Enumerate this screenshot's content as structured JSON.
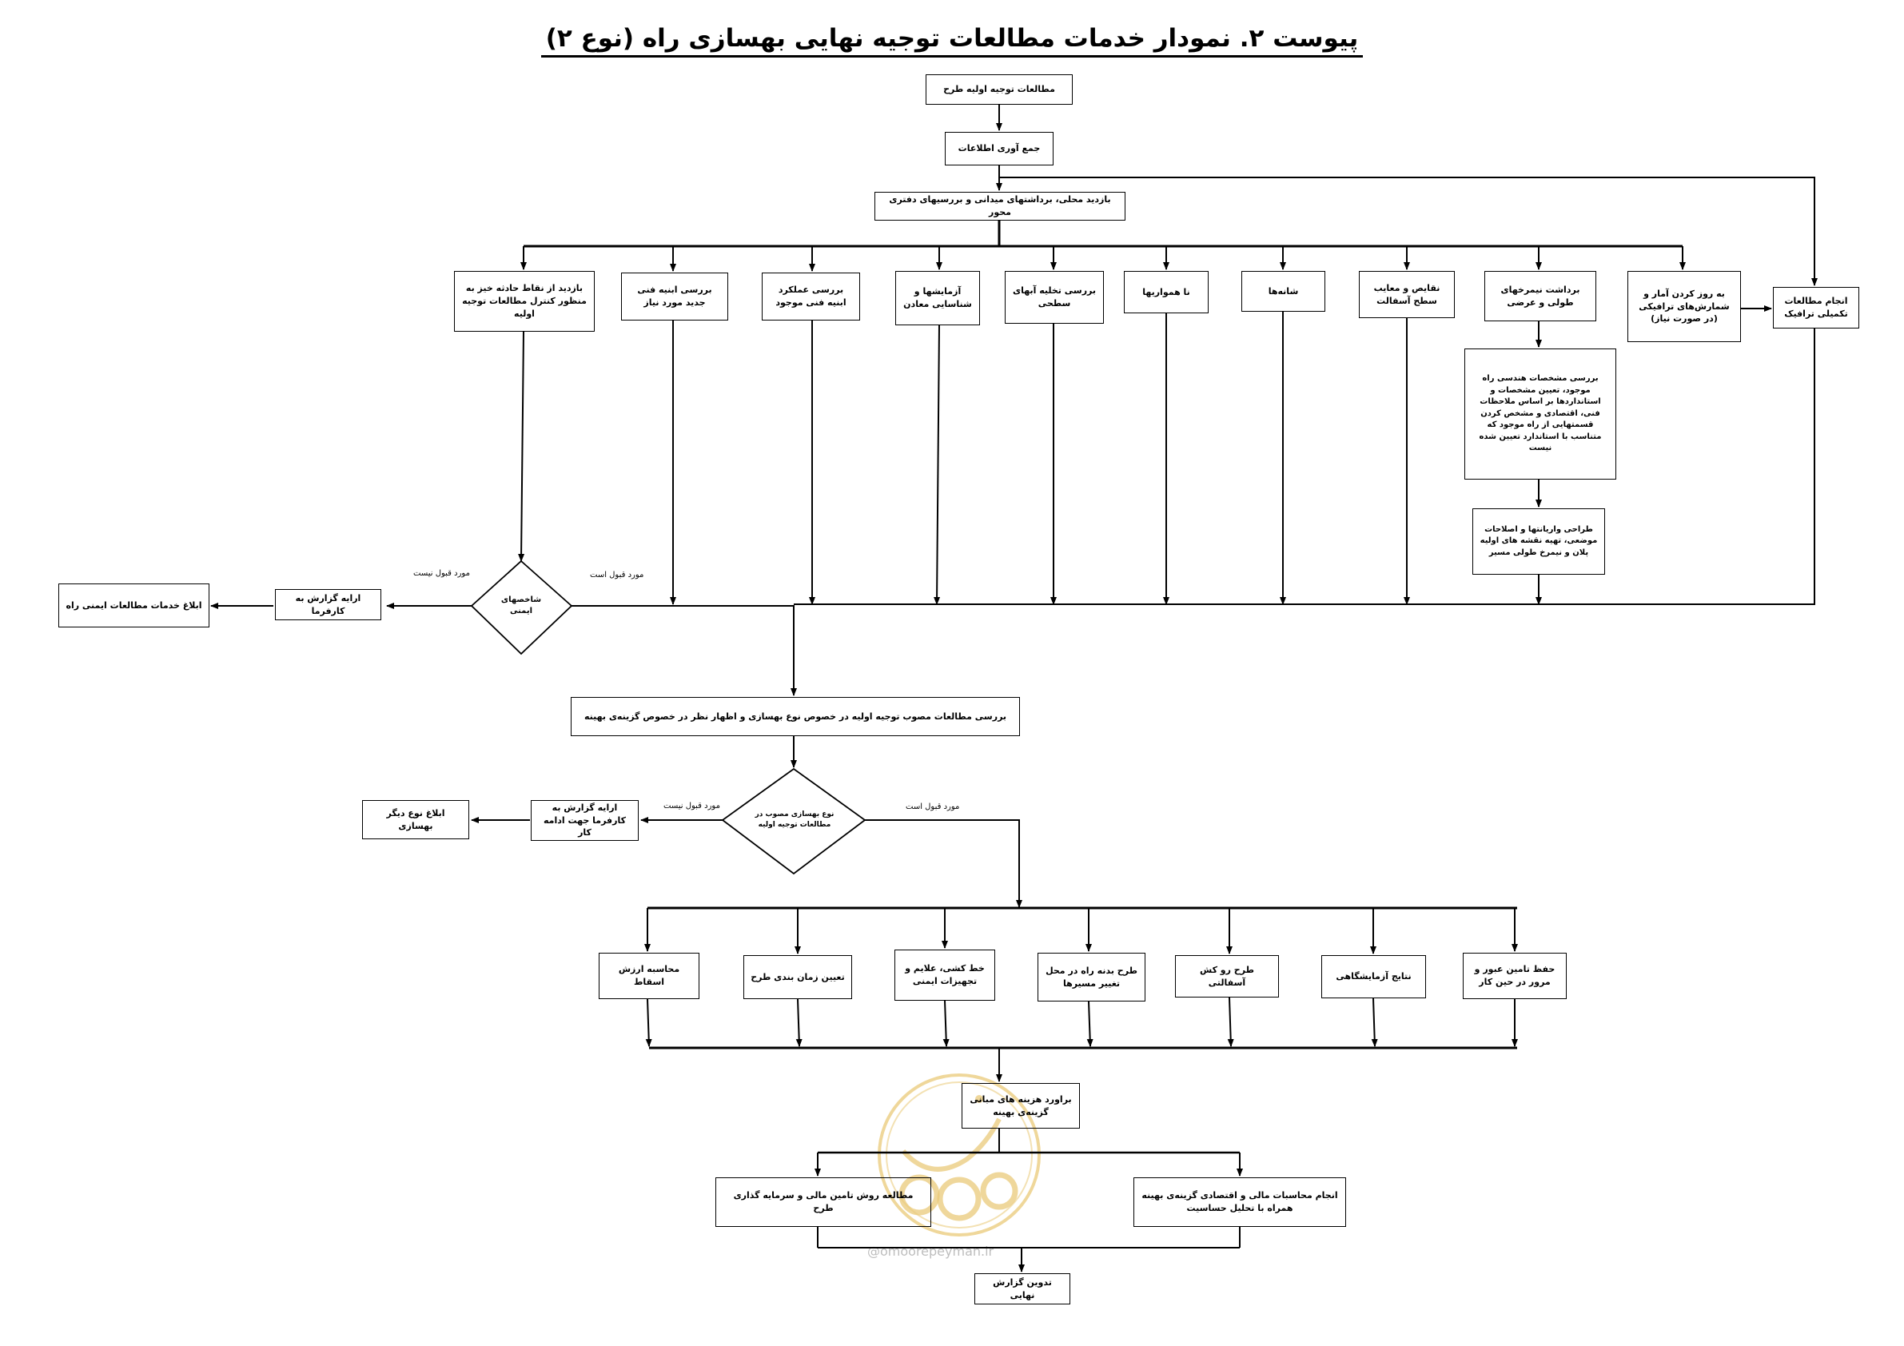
{
  "title": "پیوست ۲. نمودار خدمات مطالعات توجیه نهایی بهسازی راه (نوع ۲)",
  "nodes": {
    "n1": "مطالعات توجیه اولیه طرح",
    "n2": "جمع آوری اطلاعات",
    "n3": "بازدید محلی، برداشتهای میدانی و بررسیهای دفتری محور",
    "b1": "بازدید از نقاط حادثه خیز  به منظور کنترل مطالعات توجیه اولیه",
    "b2": "بررسی ابنیه فنی جدید مورد نیاز",
    "b3": "بررسی عملکرد ابنیه فنی موجود",
    "b4": "آزمایشها و شناسایی معادن",
    "b5": "بررسی تخلیه آبهای سطحی",
    "b6": "نا همواریها",
    "b7": "شانه‌ها",
    "b8": "نقایص و معایب سطح آسفالت",
    "b9": "برداشت نیمرخهای طولی و عرضی",
    "b10": "به روز کردن آمار و شمارش‌های ترافیکی (در صورت نیاز)",
    "b11": "انجام مطالعات تکمیلی ترافیک",
    "b12": "بررسی مشخصات هندسی راه موجود، تعیین مشخصات و استانداردها بر اساس ملاحظات فنی، اقتصادی و مشخص کردن قسمتهایی از راه موجود که متناسب با استاندارد تعیین شده نیست",
    "b13": "طراحی واریانتها و اصلاحات موضعی، تهیه نقشه های اولیه پلان و نیمرخ طولی مسیر",
    "d1": "شاخصهای ایمنی",
    "report1": "ارایه گزارش به کارفرما",
    "notice1": "ابلاغ خدمات مطالعات ایمنی راه",
    "review": "بررسی مطالعات مصوب توجیه اولیه در خصوص نوع بهسازی و اظهار نظر در خصوص گزینه‌ی بهینه",
    "d2": "نوع بهسازی مصوب در مطالعات توجیه اولیه",
    "report2": "ارایه گزارش به کارفرما جهت ادامه کار",
    "notice2": "ابلاغ نوع دیگر بهسازی",
    "c1": "محاسبه ارزش اسقاط",
    "c2": "تعیین زمان بندی طرح",
    "c3": "خط کشی، علایم و تجهیزات ایمنی",
    "c4": "طرح بدنه راه در محل تغییر مسیرها",
    "c5": "طرح رو کش آسفالتی",
    "c6": "نتایج آزمایشگاهی",
    "c7": "حفظ تامین عبور و مرور در حین کار",
    "cost": "براورد هزینه های مبانی گزینه‌ی بهینه",
    "fin1": "مطالعه روش تامین مالی و سرمایه گذاری طرح",
    "fin2": "انجام محاسبات مالی و اقتصادی گزینه‌ی بهینه همراه با تحلیل حساسیت",
    "final": "تدوین گزارش نهایی"
  },
  "edge_labels": {
    "d1_no": "مورد قبول نیست",
    "d1_yes": "مورد قبول است",
    "d2_no": "مورد قبول نیست",
    "d2_yes": "مورد قبول است"
  },
  "watermark": "@omoorepeyman.ir",
  "colors": {
    "line": "#000000",
    "watermark": "#e9c97a"
  }
}
